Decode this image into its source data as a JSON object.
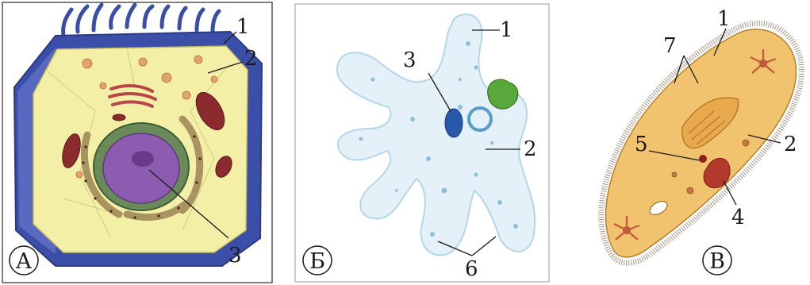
{
  "panels": [
    {
      "letter": "А",
      "labels": [
        "1",
        "2",
        "3"
      ]
    },
    {
      "letter": "Б",
      "labels": [
        "1",
        "2",
        "3",
        "6"
      ]
    },
    {
      "letter": "В",
      "labels": [
        "1",
        "2",
        "4",
        "5",
        "7"
      ]
    }
  ],
  "colors": {
    "cell_wall": "#3c4fa8",
    "cytoplasm": "#f4efa6",
    "nucleus": "#8c5cb0",
    "amoeba_body": "#e4f1f8",
    "amoeba_vacuole": "#2a58a8",
    "amoeba_food": "#5aa83c",
    "paramecium_body": "#f1c36e",
    "paramecium_nucleus": "#b23a2c"
  }
}
